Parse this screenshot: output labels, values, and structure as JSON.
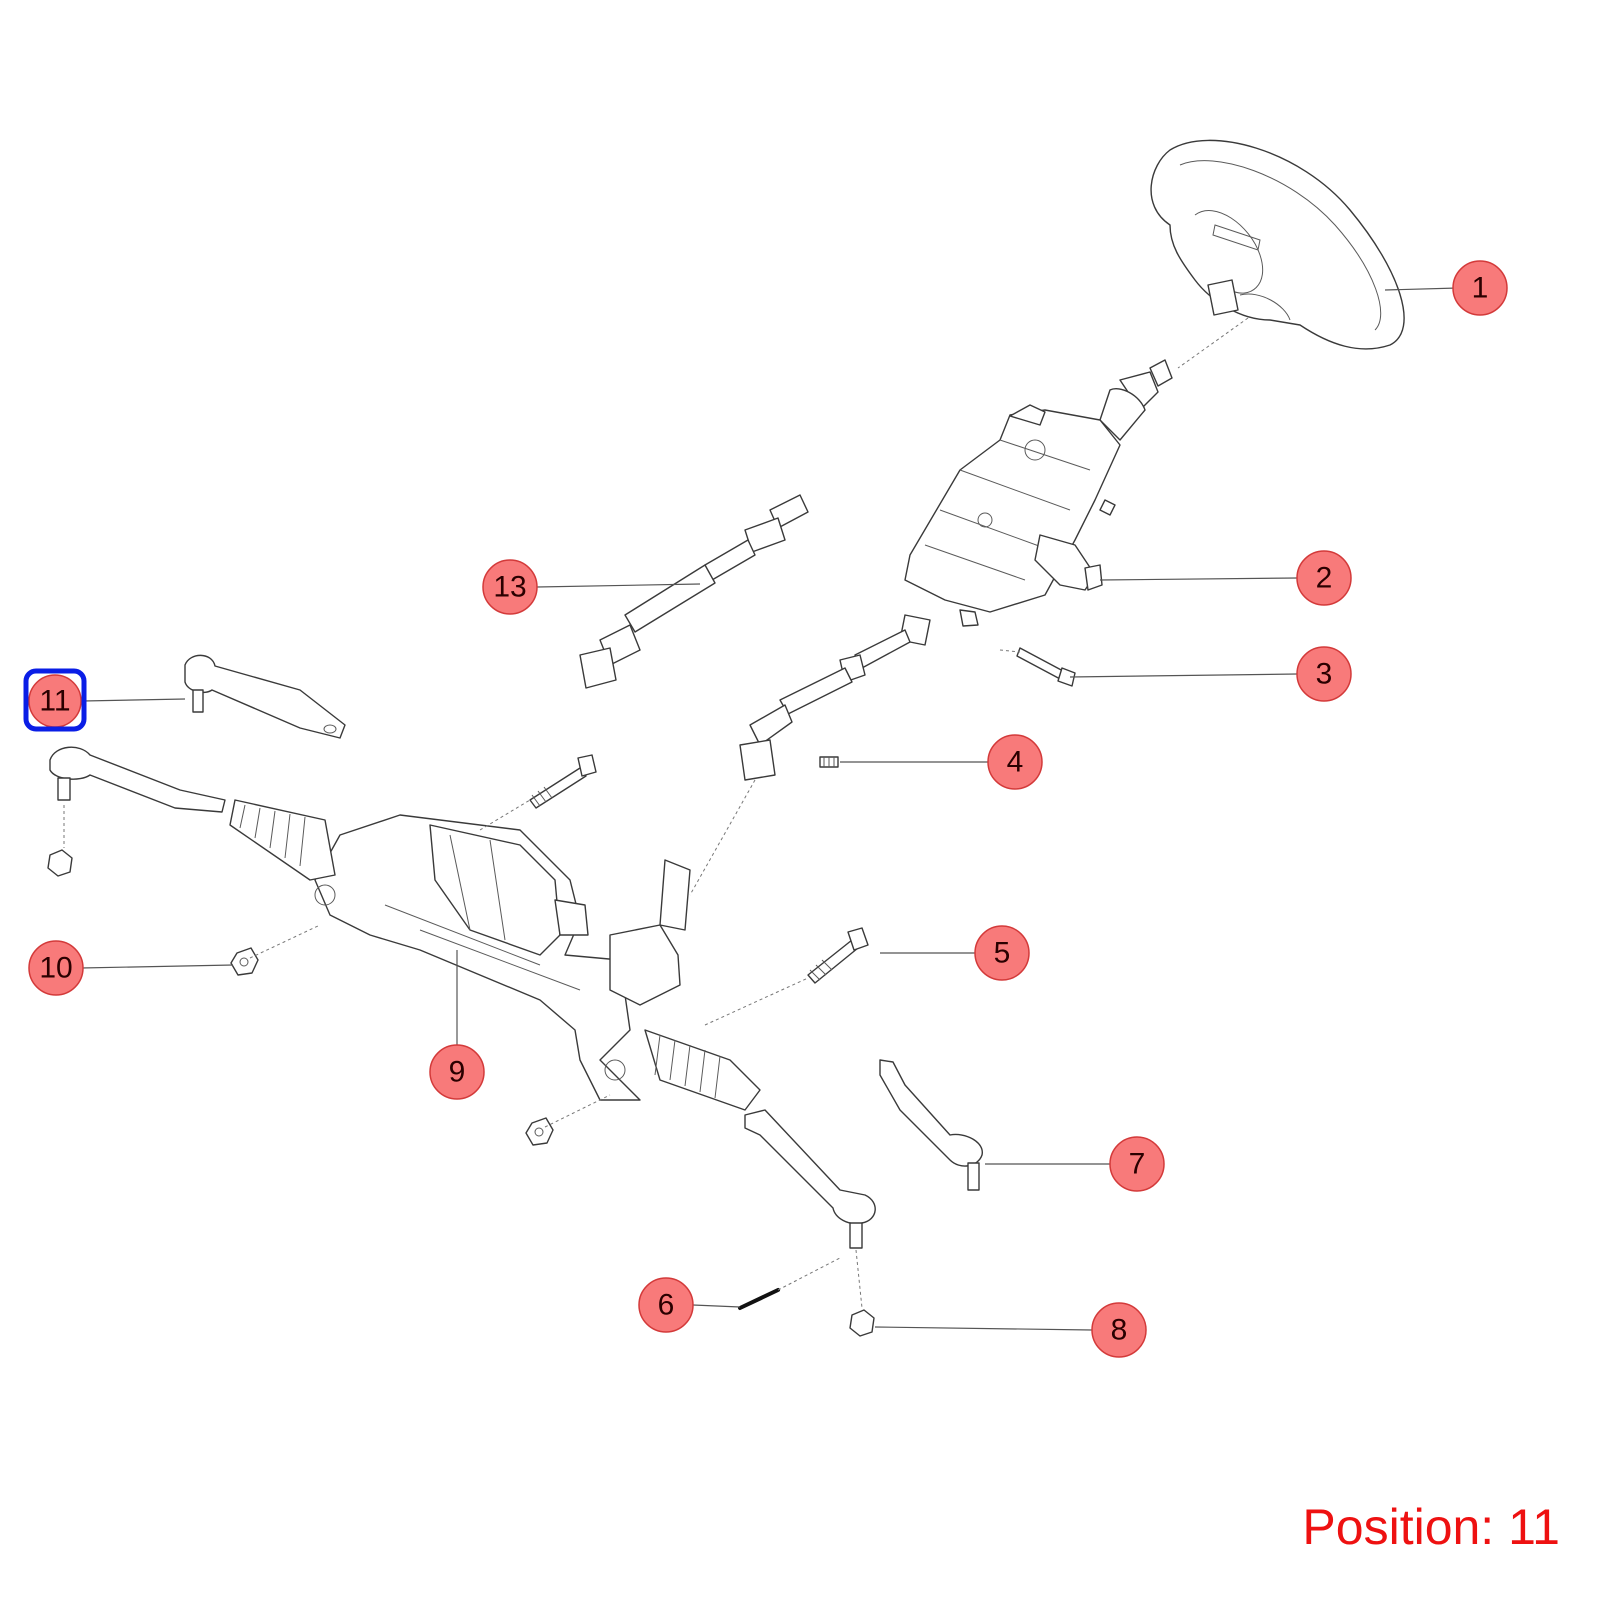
{
  "callouts": [
    {
      "id": "c1",
      "label": "1"
    },
    {
      "id": "c2",
      "label": "2"
    },
    {
      "id": "c3",
      "label": "3"
    },
    {
      "id": "c4",
      "label": "4"
    },
    {
      "id": "c5",
      "label": "5"
    },
    {
      "id": "c6",
      "label": "6"
    },
    {
      "id": "c7",
      "label": "7"
    },
    {
      "id": "c8",
      "label": "8"
    },
    {
      "id": "c9",
      "label": "9"
    },
    {
      "id": "c10",
      "label": "10"
    },
    {
      "id": "c11",
      "label": "11",
      "selected": true
    },
    {
      "id": "c13",
      "label": "13"
    }
  ],
  "position_label": "Position: 11",
  "colors": {
    "callout_fill": "#f87a7a",
    "selection": "#0a1ee6",
    "position_text": "#ee1111"
  }
}
